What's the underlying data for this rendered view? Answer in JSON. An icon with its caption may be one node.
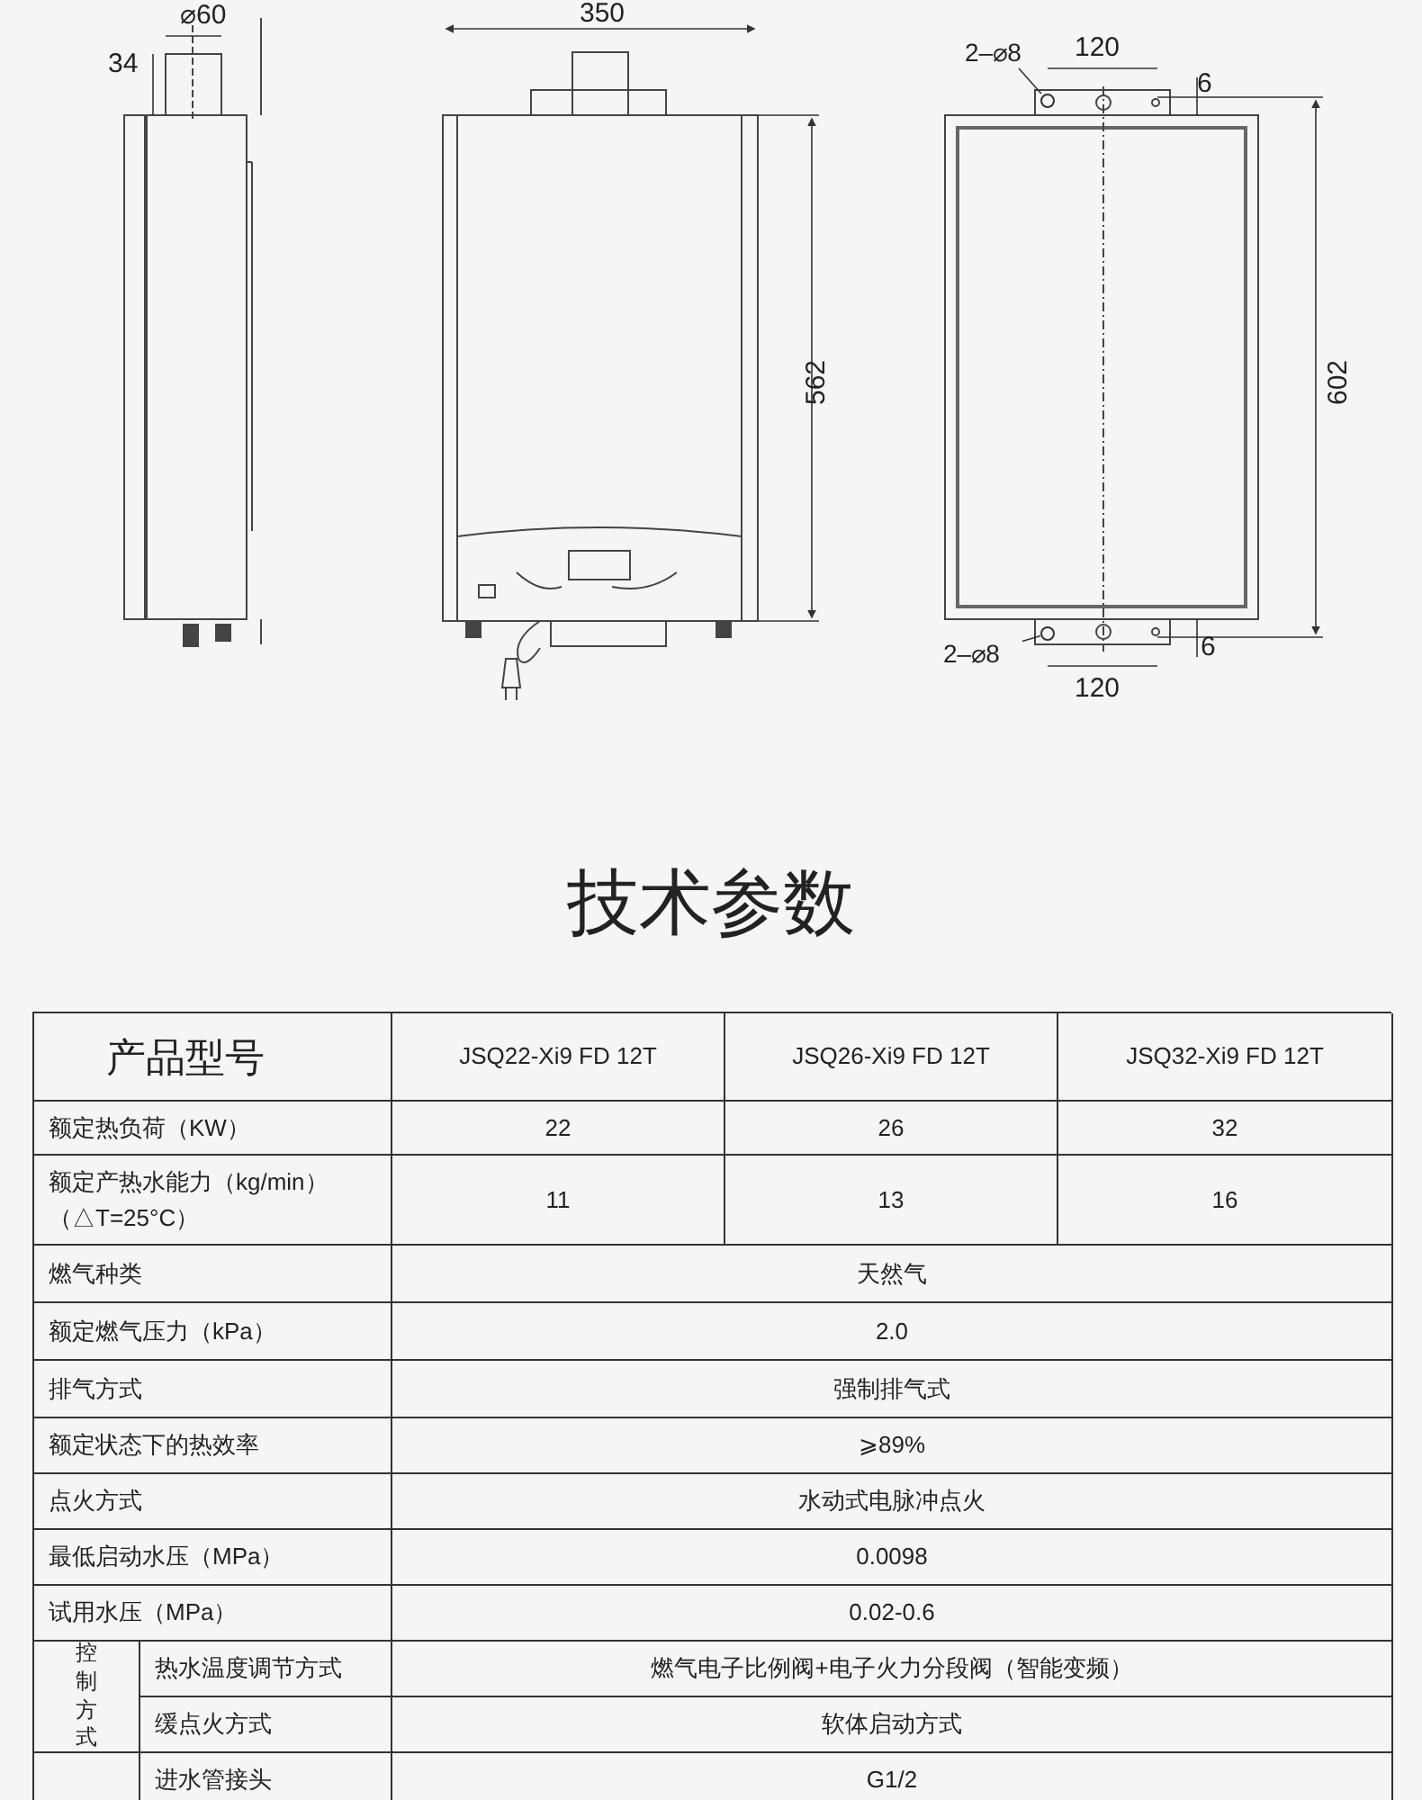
{
  "diagram": {
    "title": "技术参数",
    "nodes": [
      {
        "text": [
          "2–⌀8"
        ]
      },
      {
        "text": [],
        "shape": "circle"
      },
      {
        "text": [
          "2–⌀8"
        ]
      },
      {
        "text": [],
        "shape": "circle"
      }
    ],
    "edges": [
      {
        "from": 0,
        "to": 1,
        "arrow": "none"
      },
      {
        "from": 2,
        "to": 3,
        "arrow": "none"
      }
    ],
    "labels": [
      "⌀60",
      "350",
      "120",
      "6",
      "34",
      "562",
      "602",
      "6",
      "120",
      "产品型号",
      "JSQ22-Xi9 FD  12T",
      "JSQ26-Xi9 FD  12T",
      "JSQ32-Xi9 FD  12T",
      "额定热负荷（KW）",
      "22",
      "26",
      "32",
      "额定产热水能力（kg/min）（△T=25°C）",
      "11",
      "13",
      "16",
      "燃气种类",
      "天然气",
      "额定燃气压力（kPa）",
      "2.0",
      "排气方式",
      "强制排气式",
      "额定状态下的热效率",
      "⩾89%",
      "点火方式",
      "水动式电脉冲点火",
      "最低启动水压（MPa）",
      "0.0098",
      "试用水压（MPa）",
      "0.02-0.6",
      "控制方式",
      "热水温度调节方式",
      "燃气电子比例阀+电子火力分段阀（智能变频）",
      "缓点火方式",
      "软体启动方式",
      "进水管接头",
      "G1/2"
    ]
  }
}
